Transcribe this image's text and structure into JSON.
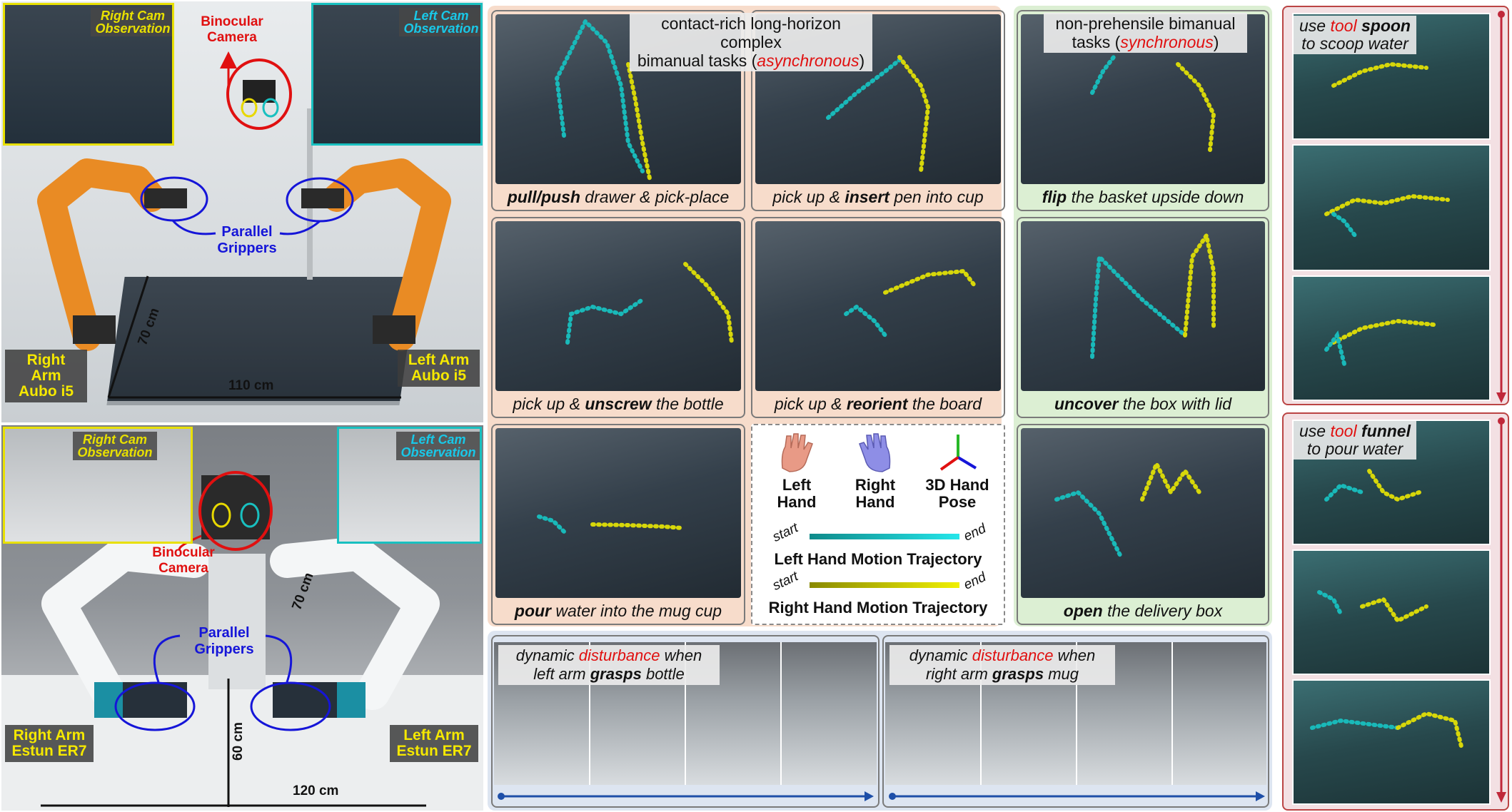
{
  "setup1": {
    "right_cam": "Right Cam Observation",
    "left_cam": "Left Cam Observation",
    "camera": "Binocular Camera",
    "grippers": "Parallel Grippers",
    "right_arm": "Right Arm Aubo i5",
    "left_arm": "Left Arm Aubo i5",
    "depth": "70 cm",
    "width": "110 cm"
  },
  "setup2": {
    "right_cam": "Right Cam Observation",
    "left_cam": "Left Cam Observation",
    "camera": "Binocular Camera",
    "grippers": "Parallel Grippers",
    "right_arm": "Right Arm Estun ER7",
    "left_arm": "Left Arm Estun ER7",
    "height": "70 cm",
    "depth": "60 cm",
    "width": "120 cm"
  },
  "headers": {
    "async_line1": "contact-rich long-horizon complex",
    "async_line2a": "bimanual tasks (",
    "async_line2b": "asynchronous",
    "async_line2c": ")",
    "sync_line1": "non-prehensile bimanual",
    "sync_line2a": "tasks (",
    "sync_line2b": "synchronous",
    "sync_line2c": ")"
  },
  "tasks": {
    "t1_b": "pull/push",
    "t1_r": " drawer & pick-place",
    "t2_a": "pick up & ",
    "t2_b": "insert",
    "t2_c": " pen into cup",
    "t3_b": "flip",
    "t3_r": " the basket upside down",
    "t4_a": "pick up & ",
    "t4_b": "unscrew",
    "t4_c": " the bottle",
    "t5_a": "pick up & ",
    "t5_b": "reorient",
    "t5_c": " the board",
    "t6_b": "uncover",
    "t6_r": " the box with lid",
    "t7_b": "pour",
    "t7_r": " water into the mug cup",
    "t8_b": "open",
    "t8_r": " the delivery box"
  },
  "legend": {
    "left_hand": "Left Hand",
    "right_hand": "Right Hand",
    "pose": "3D Hand Pose",
    "start": "start",
    "end": "end",
    "left_traj": "Left Hand Motion Trajectory",
    "right_traj": "Right Hand Motion Trajectory"
  },
  "disturbance": {
    "d1_a": "dynamic ",
    "d1_r": "disturbance",
    "d1_b": " when",
    "d1_c": "left arm ",
    "d1_d": "grasps",
    "d1_e": " bottle",
    "d2_a": "dynamic ",
    "d2_r": "disturbance",
    "d2_b": " when",
    "d2_c": "right arm ",
    "d2_d": "grasps",
    "d2_e": " mug"
  },
  "tools": {
    "s_a": "use ",
    "s_r": "tool",
    "s_b": "spoon",
    "s_c": "to scoop water",
    "f_a": "use ",
    "f_r": "tool",
    "f_b": "funnel",
    "f_c": "to pour water"
  },
  "colors": {
    "left_traj": "#19b9b9",
    "right_traj": "#d7d70a",
    "red": "#e01010",
    "blue": "#1515d8",
    "async_panel": "#f7dccb",
    "sync_panel": "#dcefd3",
    "tool_panel": "#f3e0e3",
    "dist_panel": "#dde5f1"
  }
}
